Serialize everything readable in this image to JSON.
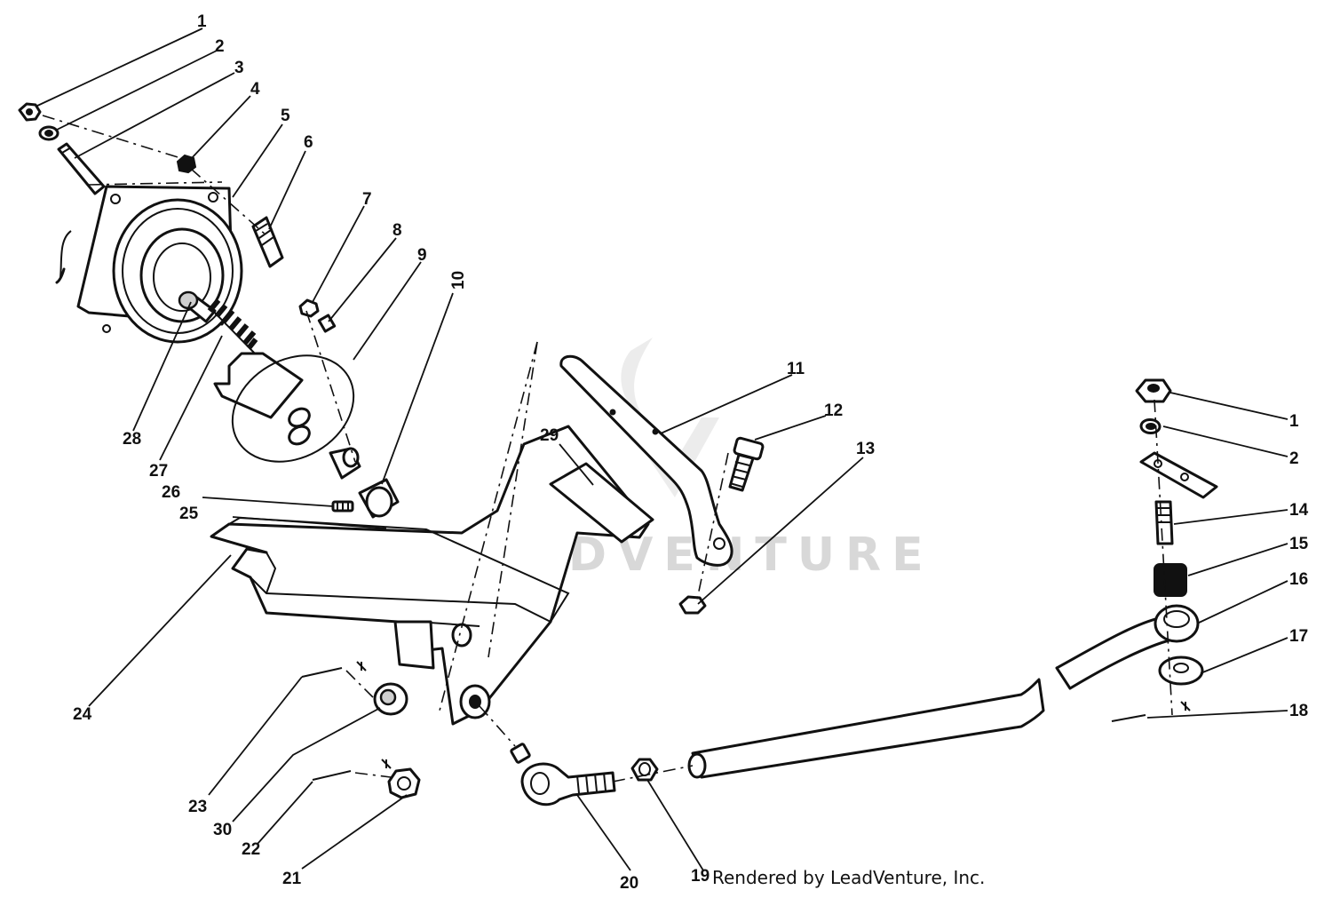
{
  "watermark": "LEADVENTURE",
  "credit": "Rendered by LeadVenture, Inc.",
  "callouts": {
    "c1a": "1",
    "c2a": "2",
    "c3": "3",
    "c4": "4",
    "c5": "5",
    "c6": "6",
    "c7": "7",
    "c8": "8",
    "c9": "9",
    "c10": "10",
    "c11": "11",
    "c12": "12",
    "c13": "13",
    "c1b": "1",
    "c2b": "2",
    "c14": "14",
    "c15": "15",
    "c16": "16",
    "c17": "17",
    "c18": "18",
    "c19": "19",
    "c20": "20",
    "c21": "21",
    "c22": "22",
    "c23": "23",
    "c24": "24",
    "c25": "25",
    "c26": "26",
    "c27": "27",
    "c28": "28",
    "c29": "29",
    "c30": "30"
  }
}
